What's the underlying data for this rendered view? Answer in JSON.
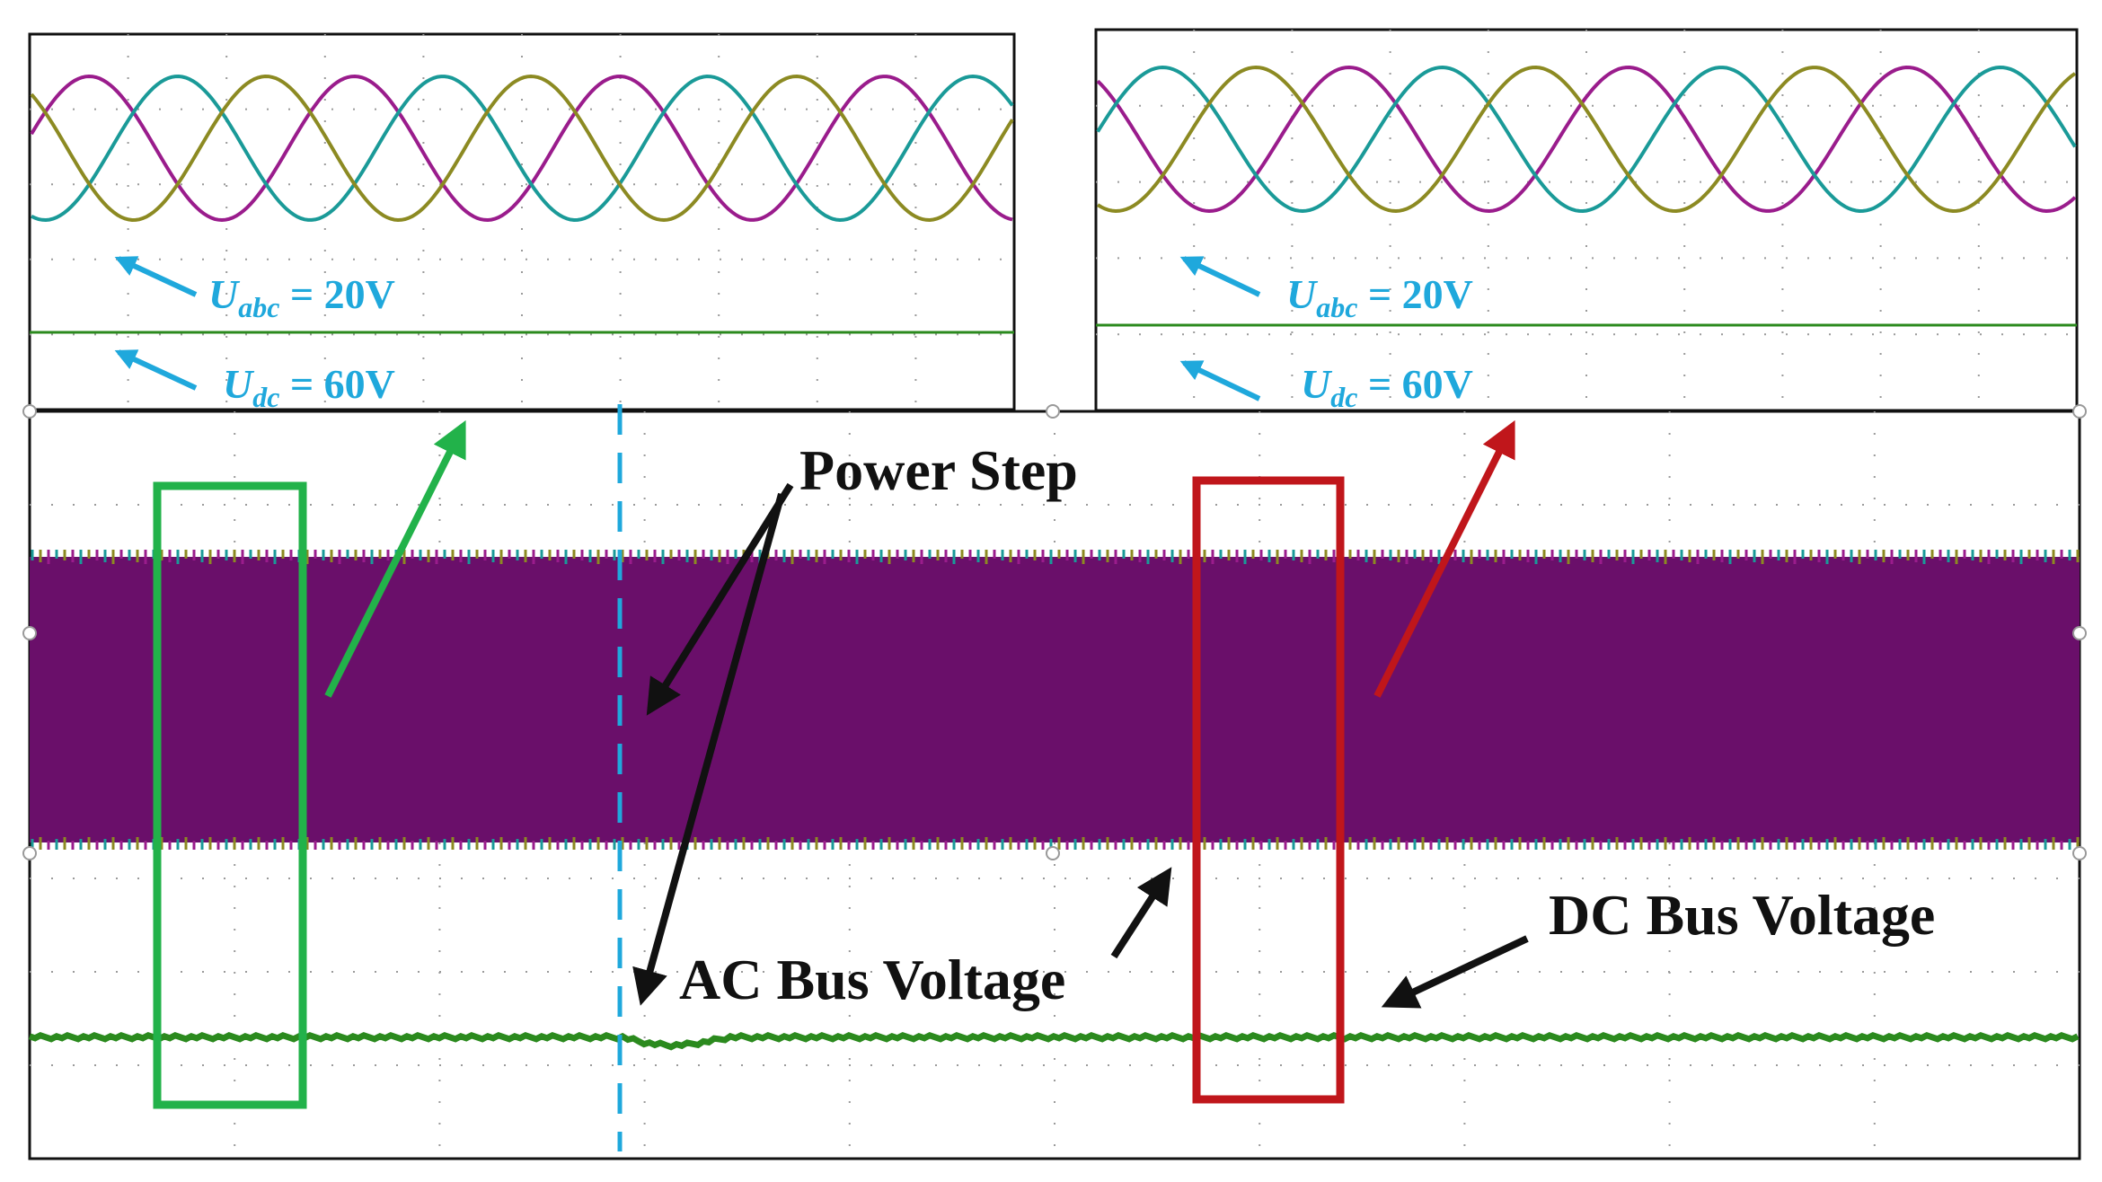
{
  "colors": {
    "phase_a": "#9a1c8c",
    "phase_b": "#1a9a98",
    "phase_c": "#8c8a22",
    "dc_bus": "#2b8a1e",
    "ac_fill": "#6a0f6a",
    "highlight_before": "#22b24a",
    "highlight_after": "#c0161b",
    "marker": "#1fa8dc",
    "annotation": "#111111",
    "grid": "#9a9a9a"
  },
  "zoom_left": {
    "uabc": {
      "sym": "U",
      "sub": "abc",
      "rest": " = 20V"
    },
    "udc": {
      "sym": "U",
      "sub": "dc",
      "rest": " = 60V"
    }
  },
  "zoom_right": {
    "uabc": {
      "sym": "U",
      "sub": "abc",
      "rest": " = 20V"
    },
    "udc": {
      "sym": "U",
      "sub": "dc",
      "rest": " = 60V"
    }
  },
  "annotations": {
    "power_step": "Power Step",
    "ac_bus_voltage": "AC Bus Voltage",
    "dc_bus_voltage": "DC Bus Voltage"
  },
  "chart_data": [
    {
      "type": "line",
      "panel": "zoom-before-step",
      "series": [
        {
          "color": "#9a1c8c",
          "phase_deg": 0
        },
        {
          "color": "#1a9a98",
          "phase_deg": -120
        },
        {
          "color": "#8c8a22",
          "phase_deg": 120
        }
      ],
      "cycles_visible": 3.7,
      "amplitude_divisions": 1.0,
      "dc_level": "constant",
      "grid": true
    },
    {
      "type": "line",
      "panel": "zoom-after-step",
      "series": [
        {
          "color": "#9a1c8c",
          "phase_deg": 0
        },
        {
          "color": "#1a9a98",
          "phase_deg": -120
        },
        {
          "color": "#8c8a22",
          "phase_deg": 120
        }
      ],
      "cycles_visible": 3.5,
      "amplitude_divisions": 1.0,
      "dc_level": "constant",
      "grid": true
    },
    {
      "type": "line",
      "panel": "overview",
      "x_divisions": 10,
      "y_divisions": 8,
      "step_time_fraction": 0.289,
      "ac_envelope_divisions": [
        3.2,
        6.7
      ],
      "dc_level_division": 1.3,
      "dc_transient_dip_division": 0.1,
      "grid": true
    }
  ]
}
